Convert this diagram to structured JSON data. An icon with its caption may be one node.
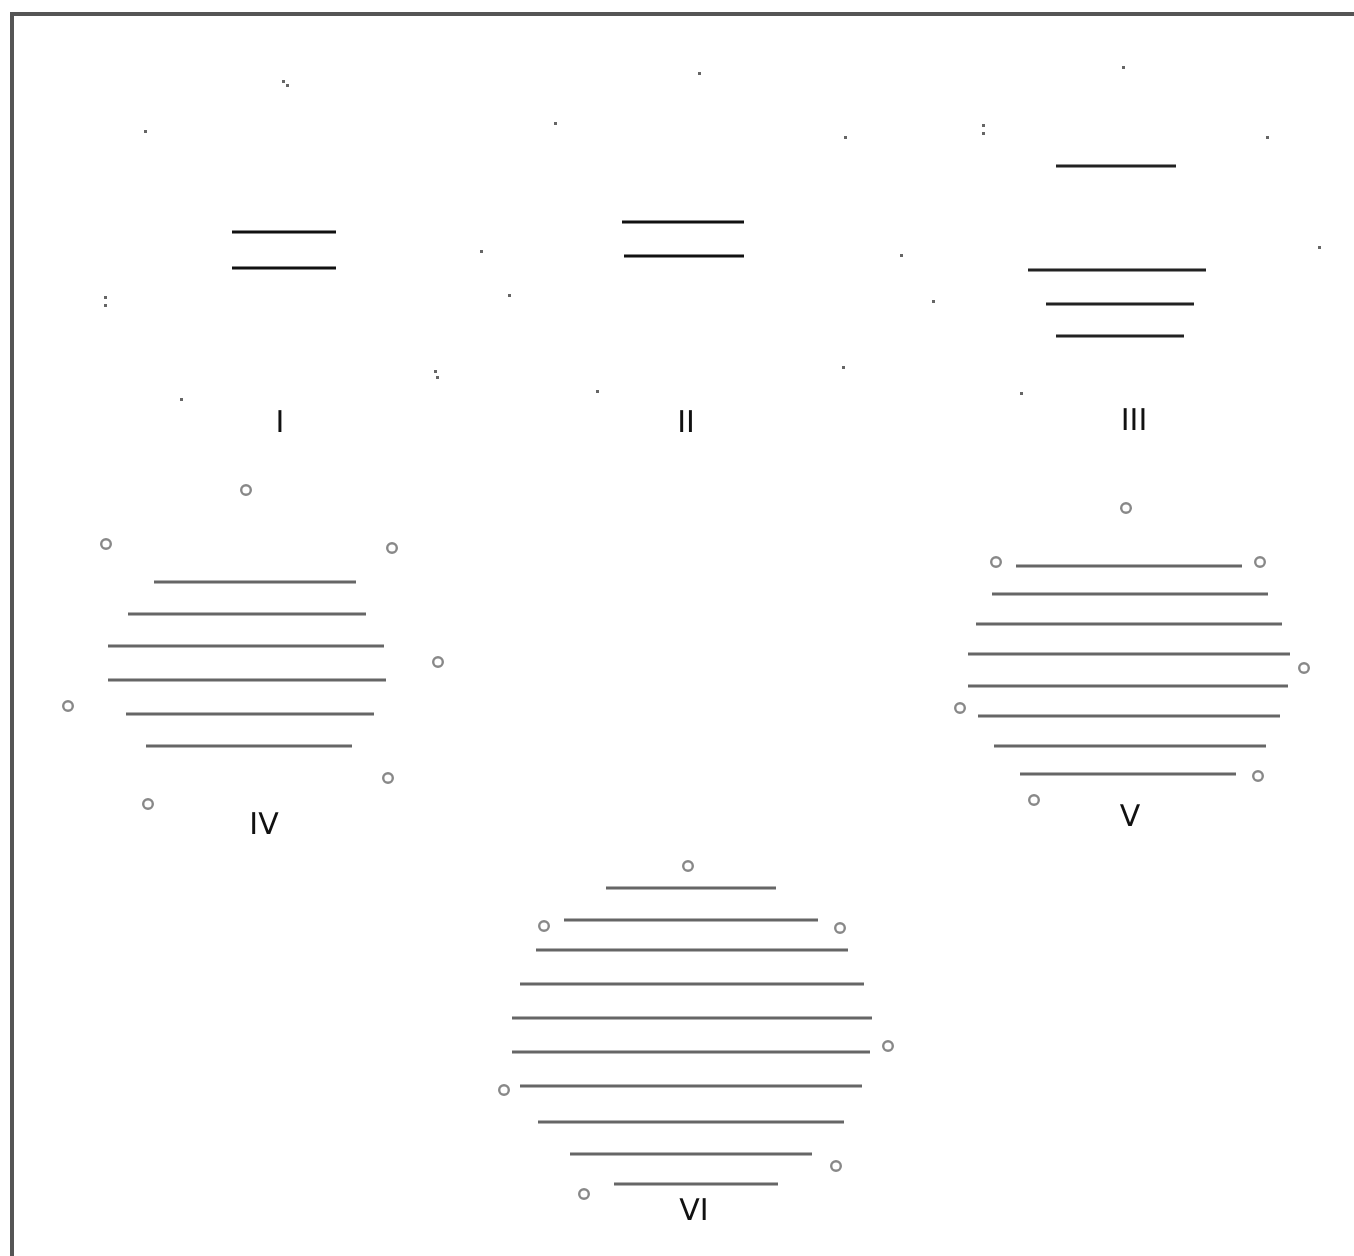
{
  "diagram": {
    "labels": [
      "I",
      "II",
      "III",
      "IV",
      "V",
      "VI"
    ]
  }
}
